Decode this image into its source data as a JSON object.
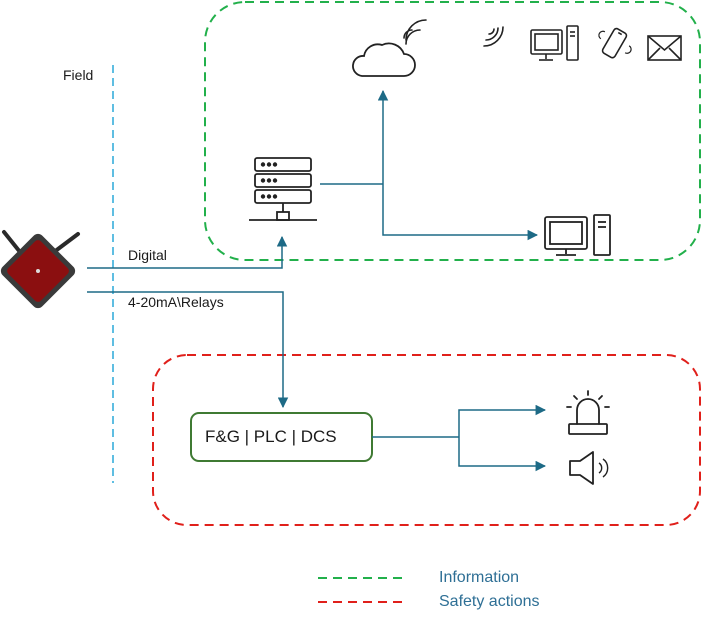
{
  "labels": {
    "field": "Field",
    "digital": "Digital",
    "analog": "4-20mA\\Relays",
    "controller": "F&G | PLC | DCS"
  },
  "legend": {
    "information": "Information",
    "safety": "Safety actions"
  },
  "colors": {
    "information_zone": "#22b04b",
    "safety_zone": "#e0201b",
    "field_line": "#2aa8d8",
    "signal_line": "#1d6a86",
    "controller_border": "#3f7a33",
    "device_body": "#8b0f10",
    "device_frame": "#3a3a3a",
    "icon_stroke": "#222222"
  },
  "icons": [
    "wireless-sensor-device-icon",
    "cloud-icon",
    "wifi-signal-icon",
    "desktop-computer-icon",
    "mobile-phone-icon",
    "envelope-icon",
    "server-icon",
    "beacon-light-icon",
    "speaker-icon"
  ]
}
